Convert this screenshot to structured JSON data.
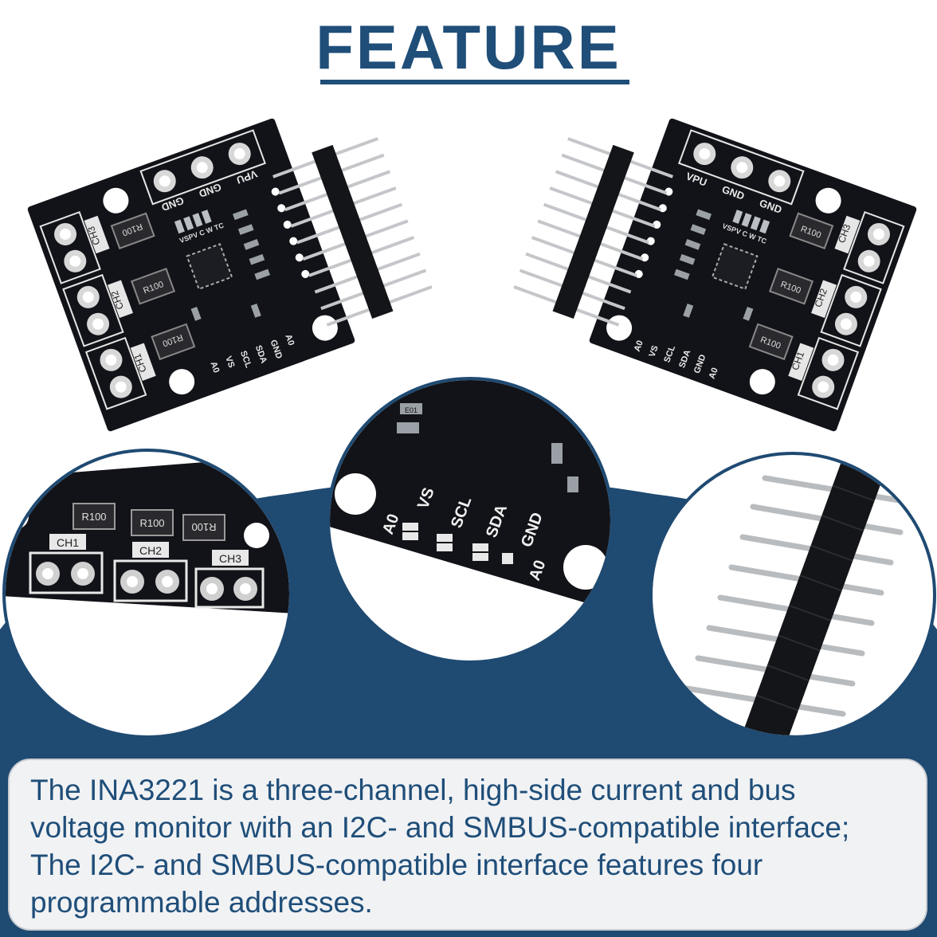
{
  "heading": {
    "title": "FEATURE"
  },
  "board_left": {
    "labels": {
      "vpu": "VPU",
      "gnd_a": "GND",
      "gnd_b": "GND",
      "ch1": "CH1",
      "ch2": "CH2",
      "ch3": "CH3"
    },
    "resistor": "R100",
    "led_labels": "VSPV C W TC",
    "pins": [
      "A0",
      "VS",
      "SCL",
      "SDA",
      "GND",
      "A0"
    ]
  },
  "board_right": {
    "labels": {
      "vpu": "VPU",
      "gnd_a": "GND",
      "gnd_b": "GND",
      "ch1": "CH1",
      "ch2": "CH2",
      "ch3": "CH3"
    },
    "resistor": "R100",
    "led_labels": "VSPV C W TC",
    "pins": [
      "A0",
      "VS",
      "SCL",
      "SDA",
      "GND",
      "A0"
    ]
  },
  "zoom_channels": {
    "resistors": [
      "R100",
      "R100",
      "R100"
    ],
    "channels": [
      "CH1",
      "CH2",
      "CH3"
    ]
  },
  "zoom_pins": {
    "pins": [
      "A0",
      "VS",
      "SCL",
      "SDA",
      "GND",
      "A0"
    ],
    "chip": "E01"
  },
  "description": {
    "line1": "The INA3221 is a three-channel, high-side current and bus",
    "line2": "voltage monitor with an I2C- and SMBUS-compatible interface;",
    "line3": "The I2C- and SMBUS-compatible interface features four",
    "line4": "programmable addresses."
  },
  "colors": {
    "accent": "#1f4e79",
    "panel": "#1f4a72",
    "board": "#121318",
    "caption_bg": "#f1f2f4"
  }
}
